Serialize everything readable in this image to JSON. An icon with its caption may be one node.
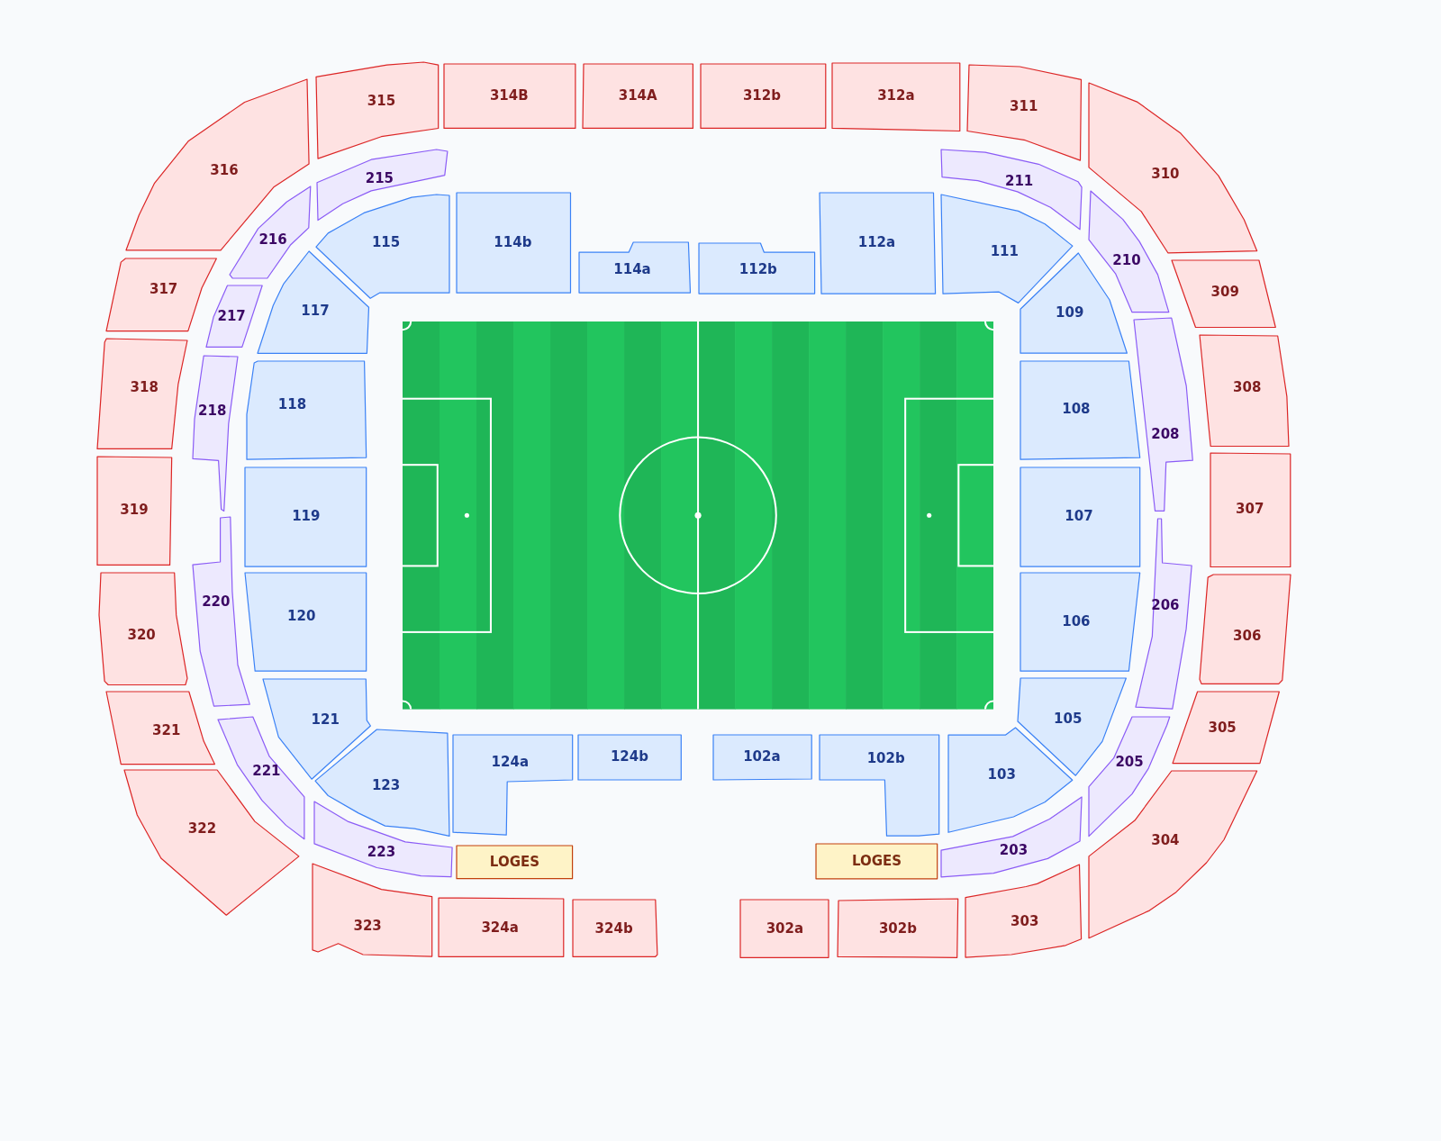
{
  "diagram": {
    "nodes": [
      {
        "text": [
          "315"
        ]
      },
      {
        "text": [
          "314B"
        ]
      },
      {
        "text": [
          "314A"
        ]
      },
      {
        "text": [
          "312b"
        ]
      },
      {
        "text": [
          "312a"
        ]
      },
      {
        "text": [
          "311"
        ]
      },
      {
        "text": [
          "316"
        ]
      },
      {
        "text": [
          "215"
        ]
      },
      {
        "text": [
          "211"
        ]
      },
      {
        "text": [
          "310"
        ]
      },
      {
        "text": [
          "216"
        ]
      },
      {
        "text": [
          "115"
        ]
      },
      {
        "text": [
          "114b"
        ]
      },
      {
        "text": [
          "114a"
        ]
      },
      {
        "text": [
          "112b"
        ]
      },
      {
        "text": [
          "112a"
        ]
      },
      {
        "text": [
          "111"
        ]
      },
      {
        "text": [
          "210"
        ]
      },
      {
        "text": [
          "317"
        ]
      },
      {
        "text": [
          "217"
        ]
      },
      {
        "text": [
          "117"
        ]
      },
      {
        "text": [
          "109"
        ]
      },
      {
        "text": [
          "309"
        ]
      },
      {
        "text": [
          "318"
        ]
      },
      {
        "text": [
          "218"
        ]
      },
      {
        "text": [
          "118"
        ]
      },
      {
        "text": [
          "108"
        ]
      },
      {
        "text": [
          "208"
        ]
      },
      {
        "text": [
          "308"
        ]
      },
      {
        "text": [
          "319"
        ]
      },
      {
        "text": [
          "119"
        ]
      },
      {
        "text": [
          "107"
        ]
      },
      {
        "text": [
          "307"
        ]
      },
      {
        "text": [
          "320"
        ]
      },
      {
        "text": [
          "220"
        ]
      },
      {
        "text": [
          "120"
        ]
      },
      {
        "text": [
          "106"
        ]
      },
      {
        "text": [
          "206"
        ]
      },
      {
        "text": [
          "306"
        ]
      },
      {
        "text": [
          "321"
        ]
      },
      {
        "text": [
          "121"
        ]
      },
      {
        "text": [
          "105"
        ]
      },
      {
        "text": [
          "305"
        ]
      },
      {
        "text": [
          "221"
        ]
      },
      {
        "text": [
          "123"
        ]
      },
      {
        "text": [
          "124a"
        ]
      },
      {
        "text": [
          "124b"
        ]
      },
      {
        "text": [
          "102a"
        ]
      },
      {
        "text": [
          "102b"
        ]
      },
      {
        "text": [
          "103"
        ]
      },
      {
        "text": [
          "205"
        ]
      },
      {
        "text": [
          "322"
        ]
      },
      {
        "text": [
          "223"
        ]
      },
      {
        "text": [
          "LOGES"
        ]
      },
      {
        "text": [
          "LOGES"
        ]
      },
      {
        "text": [
          "203"
        ]
      },
      {
        "text": [
          "304"
        ]
      },
      {
        "text": [
          "323"
        ]
      },
      {
        "text": [
          "324a"
        ]
      },
      {
        "text": [
          "324b"
        ]
      },
      {
        "text": [
          "302a"
        ]
      },
      {
        "text": [
          "302b"
        ]
      },
      {
        "text": [
          "303"
        ]
      }
    ]
  }
}
